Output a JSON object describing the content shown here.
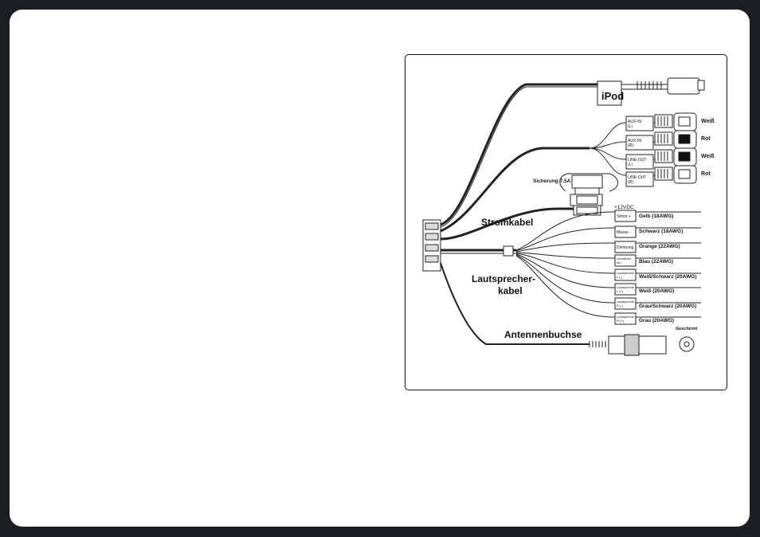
{
  "diagram": {
    "ipod_label": "iPod",
    "rca": [
      {
        "box": [
          "AUX-IN",
          "(L)"
        ],
        "color": "Weiß"
      },
      {
        "box": [
          "AUX-IN",
          "(R)"
        ],
        "color": "Rot"
      },
      {
        "box": [
          "LINE-OUT",
          "(L)"
        ],
        "color": "Weiß"
      },
      {
        "box": [
          "LINE-OUT",
          "(R)"
        ],
        "color": "Rot"
      }
    ],
    "fuse_label": "Sicherung 7.5A",
    "voltage_label": "+12VDC",
    "stromkabel_label": "Stromkabel",
    "lautsprecher_label_1": "Lautsprecher-",
    "lautsprecher_label_2": "kabel",
    "antenne_label": "Antennenbuchse",
    "geschirmt_label": "Geschirmt",
    "wires": [
      {
        "box": [
          "Strom +"
        ],
        "label": "Gelb (18AWG)"
      },
      {
        "box": [
          "Masse -"
        ],
        "label": "Schwarz (18AWG)"
      },
      {
        "box": [
          "Dimmung"
        ],
        "label": "Orange (22AWG)"
      },
      {
        "box": [
          "Verstärker",
          "ein"
        ],
        "label": "Blau (22AWG)"
      },
      {
        "box": [
          "Lautspreche",
          "L (-)"
        ],
        "label": "Weiß/Schwarz (20AWG)"
      },
      {
        "box": [
          "Lautspreche",
          "L (+)"
        ],
        "label": "Weiß (20AWG)"
      },
      {
        "box": [
          "Lautspreche",
          "R (-)"
        ],
        "label": "Grau/Schwarz (20AWG)"
      },
      {
        "box": [
          "Lautspreche",
          "R (+)"
        ],
        "label": "Grau (20AWG)"
      }
    ]
  }
}
